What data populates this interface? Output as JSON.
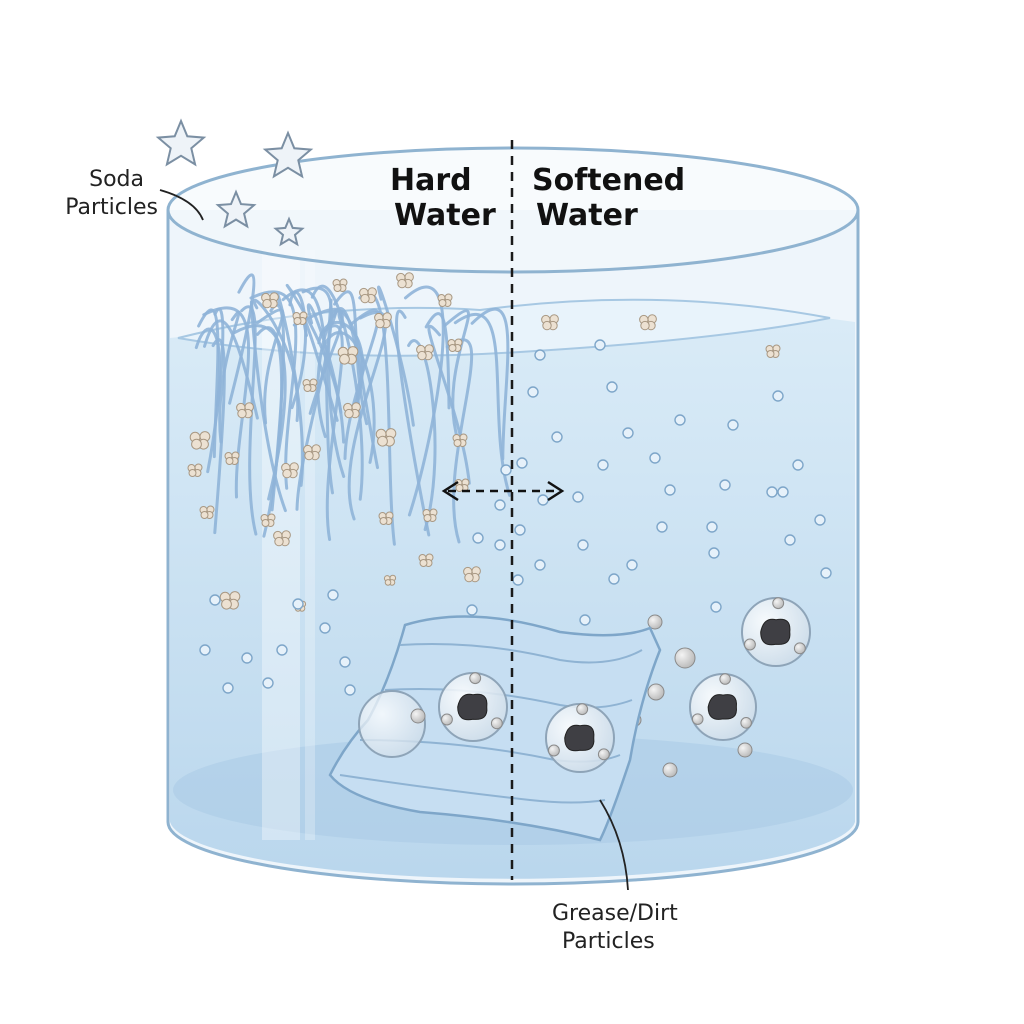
{
  "headings": {
    "left_line1": "Hard",
    "left_line2": "Water",
    "right_line1": "Softened",
    "right_line2": "Water"
  },
  "labels": {
    "soda_line1": "Soda",
    "soda_line2": "Particles",
    "grease_line1": "Grease/Dirt",
    "grease_line2": "Particles"
  },
  "colors": {
    "water": "#cfe3f3",
    "water_dark": "#9cc2e0",
    "fiber": "#9fc0e0",
    "soda": "#e9dccb",
    "dirt": "#3f3f44",
    "bubble": "#f2f6fa"
  },
  "icons": [
    "star-icon",
    "double-arrow-icon"
  ]
}
